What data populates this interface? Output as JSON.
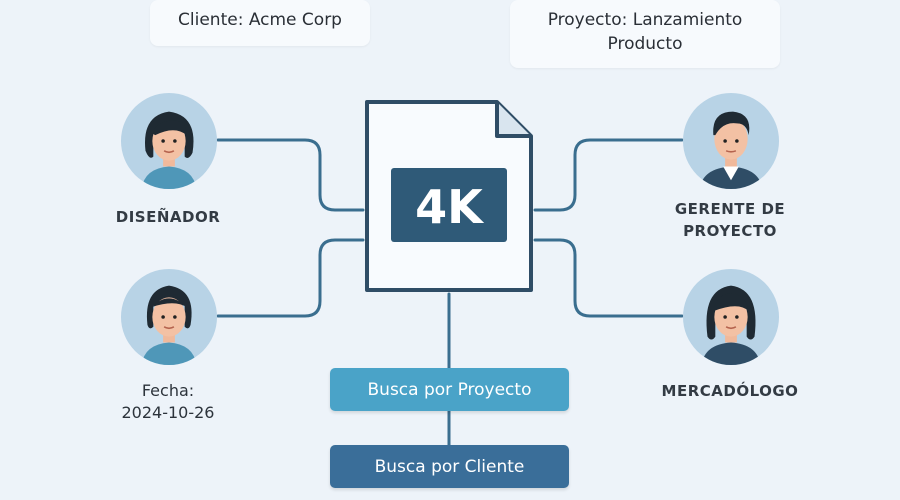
{
  "header": {
    "client_label": "Cliente: Acme Corp",
    "project_label_line1": "Proyecto: Lanzamiento",
    "project_label_line2": "Producto"
  },
  "document": {
    "badge": "4K",
    "icon": "file-icon"
  },
  "people": {
    "designer": {
      "label": "DISEÑADOR",
      "icon": "woman-avatar-icon"
    },
    "project_manager": {
      "label_line1": "GERENTE DE",
      "label_line2": "PROYECTO",
      "icon": "man-avatar-icon"
    },
    "date_person": {
      "label_line1": "Fecha:",
      "label_line2": "2024-10-26",
      "icon": "woman-avatar-icon"
    },
    "marketer": {
      "label": "MERCADÓLOGO",
      "icon": "woman-avatar-icon"
    }
  },
  "actions": {
    "search_by_project": "Busca por Proyecto",
    "search_by_client": "Busca por Cliente"
  },
  "colors": {
    "background": "#edf3f9",
    "line": "#3a6e8f",
    "badge": "#2f5a78",
    "button_primary": "#4aa3c8",
    "button_secondary": "#3a6e99",
    "avatar_bg": "#b8d3e6"
  }
}
